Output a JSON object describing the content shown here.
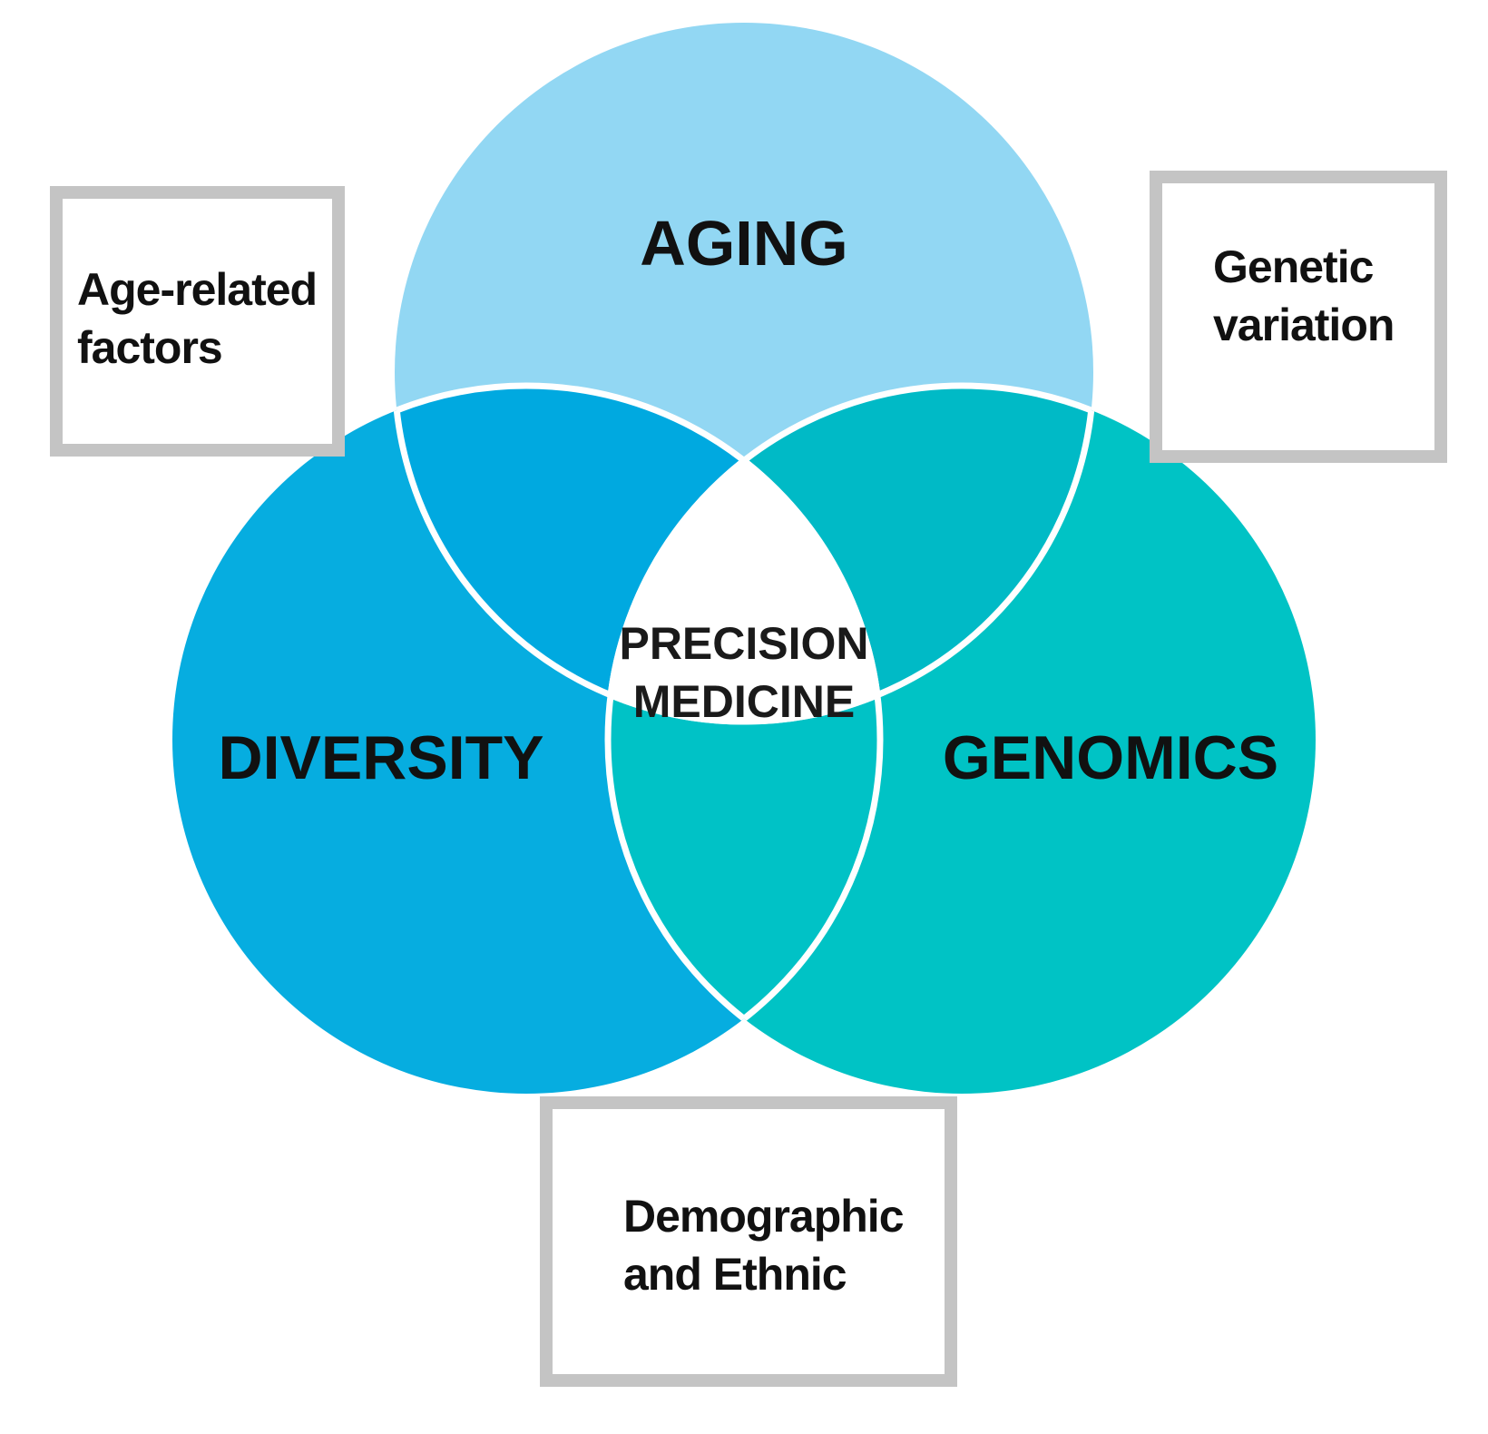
{
  "diagram": {
    "circles": {
      "aging": {
        "label": "AGING",
        "color": "#92d7f3"
      },
      "diversity": {
        "label": "DIVERSITY",
        "color": "#06ade0"
      },
      "genomics": {
        "label": "GENOMICS",
        "color": "#00c3c5"
      }
    },
    "overlaps": {
      "aging_diversity": {
        "color": "#00a9e0"
      },
      "aging_genomics": {
        "color": "#00bac6"
      },
      "diversity_genomics": {
        "color": "#00c2c6"
      }
    },
    "center": {
      "line1": "PRECISION",
      "line2": "MEDICINE",
      "color": "#ffffff"
    },
    "outline_color": "#ffffff"
  },
  "boxes": {
    "aging": {
      "line1": "Age-related",
      "line2": "factors"
    },
    "genomics": {
      "line1": "Genetic",
      "line2": "variation"
    },
    "diversity": {
      "line1": "Demographic",
      "line2": "and Ethnic"
    },
    "border_color": "#c4c4c4"
  }
}
